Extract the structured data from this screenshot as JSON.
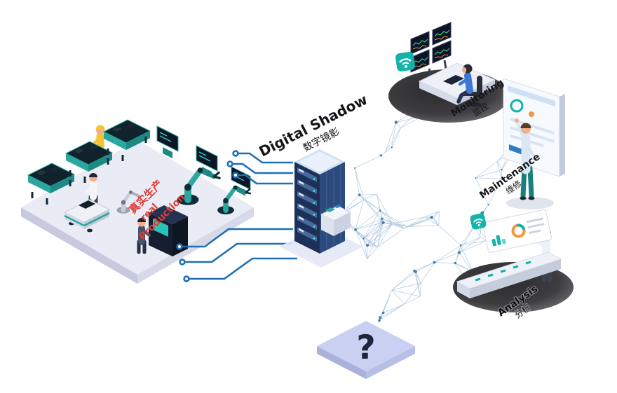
{
  "diagram": {
    "factory": {
      "label_zh": "真实生产",
      "label_en_line1": "real",
      "label_en_line2": "Production"
    },
    "server": {
      "label_en": "Digital Shadow",
      "label_zh": "数字镜影"
    },
    "stations": [
      {
        "id": "monitoring",
        "label_en": "Monitoring",
        "label_zh": "监控"
      },
      {
        "id": "maintenance",
        "label_en": "Maintenance",
        "label_zh": "维修"
      },
      {
        "id": "analysis",
        "label_en": "Analysis",
        "label_zh": "分析"
      }
    ],
    "unknown_tile": {
      "glyph": "?"
    },
    "colors": {
      "trace_blue": "#1e6fb4",
      "label_red": "#e23a34",
      "machine_teal": "#2aa79f",
      "server_navy": "#1d3058",
      "mesh_blue": "#aac3dd",
      "disc_dark": "#3a3a3c",
      "tile_lavender": "#c9d0f2",
      "wifi_teal": "#12b3a8",
      "text_dark": "#15161a"
    }
  }
}
